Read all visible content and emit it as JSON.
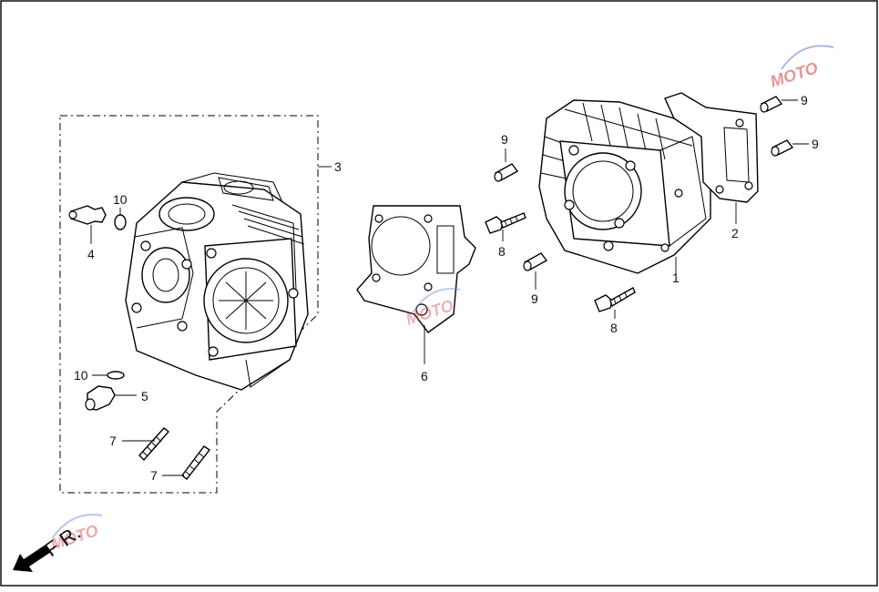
{
  "diagram": {
    "title": "",
    "front_label": "F R.",
    "watermark": "MOTO",
    "callouts": {
      "c1": "1",
      "c2": "2",
      "c3": "3",
      "c4": "4",
      "c5": "5",
      "c6": "6",
      "c7a": "7",
      "c7b": "7",
      "c8a": "8",
      "c8b": "8",
      "c9a": "9",
      "c9b": "9",
      "c9c": "9",
      "c9d": "9",
      "c10a": "10",
      "c10b": "10"
    },
    "parts": [
      {
        "ref": "1",
        "name": "cylinder"
      },
      {
        "ref": "2",
        "name": "cylinder-head-gasket"
      },
      {
        "ref": "3",
        "name": "cylinder-head-assembly"
      },
      {
        "ref": "4",
        "name": "union-fitting"
      },
      {
        "ref": "5",
        "name": "union-fitting"
      },
      {
        "ref": "6",
        "name": "cylinder-base-gasket"
      },
      {
        "ref": "7",
        "name": "stud-bolt"
      },
      {
        "ref": "8",
        "name": "flange-bolt"
      },
      {
        "ref": "9",
        "name": "dowel-pin"
      },
      {
        "ref": "10",
        "name": "o-ring"
      }
    ]
  }
}
